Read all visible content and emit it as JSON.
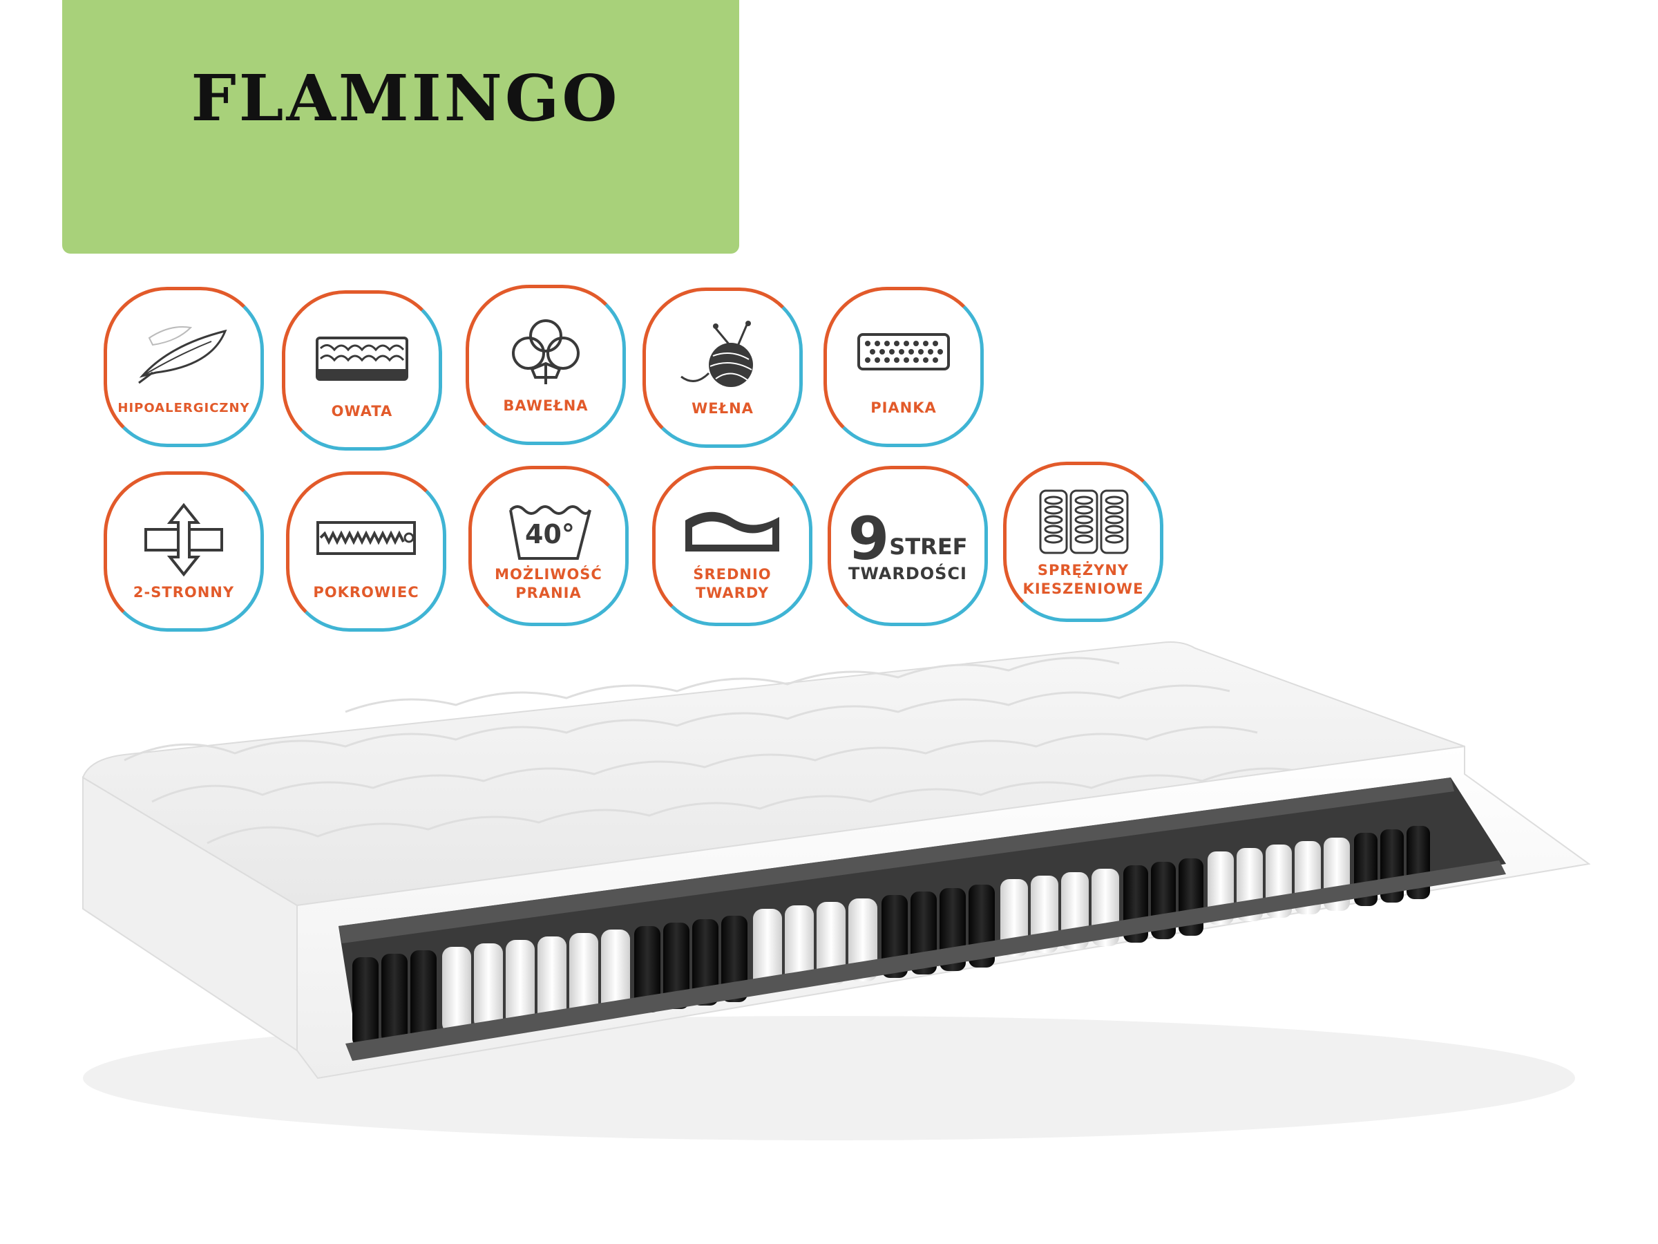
{
  "product": {
    "title": "FLAMINGO"
  },
  "colors": {
    "banner": "#a8d17a",
    "badge_orange": "#e25a2a",
    "badge_blue": "#3fb4d4",
    "label_orange": "#e25a2a",
    "icon_dark": "#3a3a3a"
  },
  "features_row1": [
    {
      "label": "HIPOALERGICZNY",
      "icon": "feather-icon"
    },
    {
      "label": "OWATA",
      "icon": "wadding-icon"
    },
    {
      "label": "BAWEŁNA",
      "icon": "cotton-icon"
    },
    {
      "label": "WEŁNA",
      "icon": "yarn-ball-icon"
    },
    {
      "label": "PIANKA",
      "icon": "foam-icon"
    }
  ],
  "features_row2": [
    {
      "label": "2-STRONNY",
      "icon": "double-sided-icon"
    },
    {
      "label": "POKROWIEC",
      "icon": "zipper-cover-icon"
    },
    {
      "label_line1": "MOŻLIWOŚĆ",
      "label_line2": "PRANIA",
      "badge_text": "40°",
      "icon": "wash-40-icon"
    },
    {
      "label_line1": "ŚREDNIO",
      "label_line2": "TWARDY",
      "icon": "medium-firm-icon"
    },
    {
      "number": "9",
      "word1": "STREF",
      "word2": "TWARDOŚCI",
      "icon": "nine-zones-icon"
    },
    {
      "label_line1": "SPRĘŻYNY",
      "label_line2": "KIESZENIOWE",
      "icon": "pocket-springs-icon"
    }
  ]
}
